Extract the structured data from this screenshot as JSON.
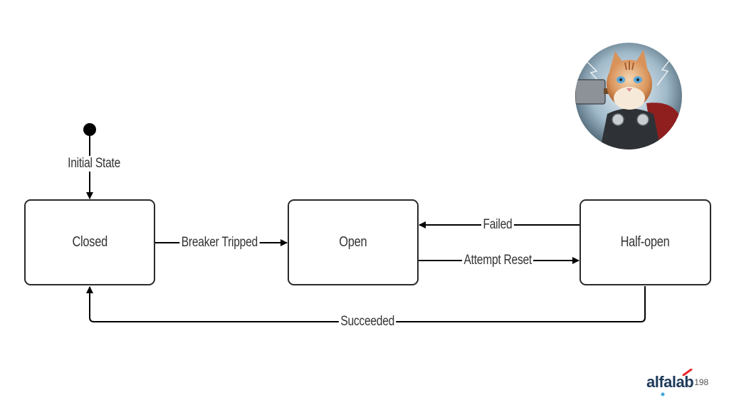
{
  "diagram": {
    "states": [
      {
        "id": "closed",
        "label": "Closed"
      },
      {
        "id": "open",
        "label": "Open"
      },
      {
        "id": "half_open",
        "label": "Half-open"
      }
    ],
    "transitions": [
      {
        "id": "initial",
        "label": "Initial State"
      },
      {
        "id": "breaker_tripped",
        "label": "Breaker Tripped"
      },
      {
        "id": "failed",
        "label": "Failed"
      },
      {
        "id": "attempt_reset",
        "label": "Attempt Reset"
      },
      {
        "id": "succeeded",
        "label": "Succeeded"
      }
    ]
  },
  "footer": {
    "logo_text": "alfalab",
    "page_number": "198"
  },
  "colors": {
    "stroke": "#000000",
    "logo_accent": "#e8262c",
    "logo_text": "#1f3b5a",
    "logo_dot": "#3fa9e0"
  }
}
